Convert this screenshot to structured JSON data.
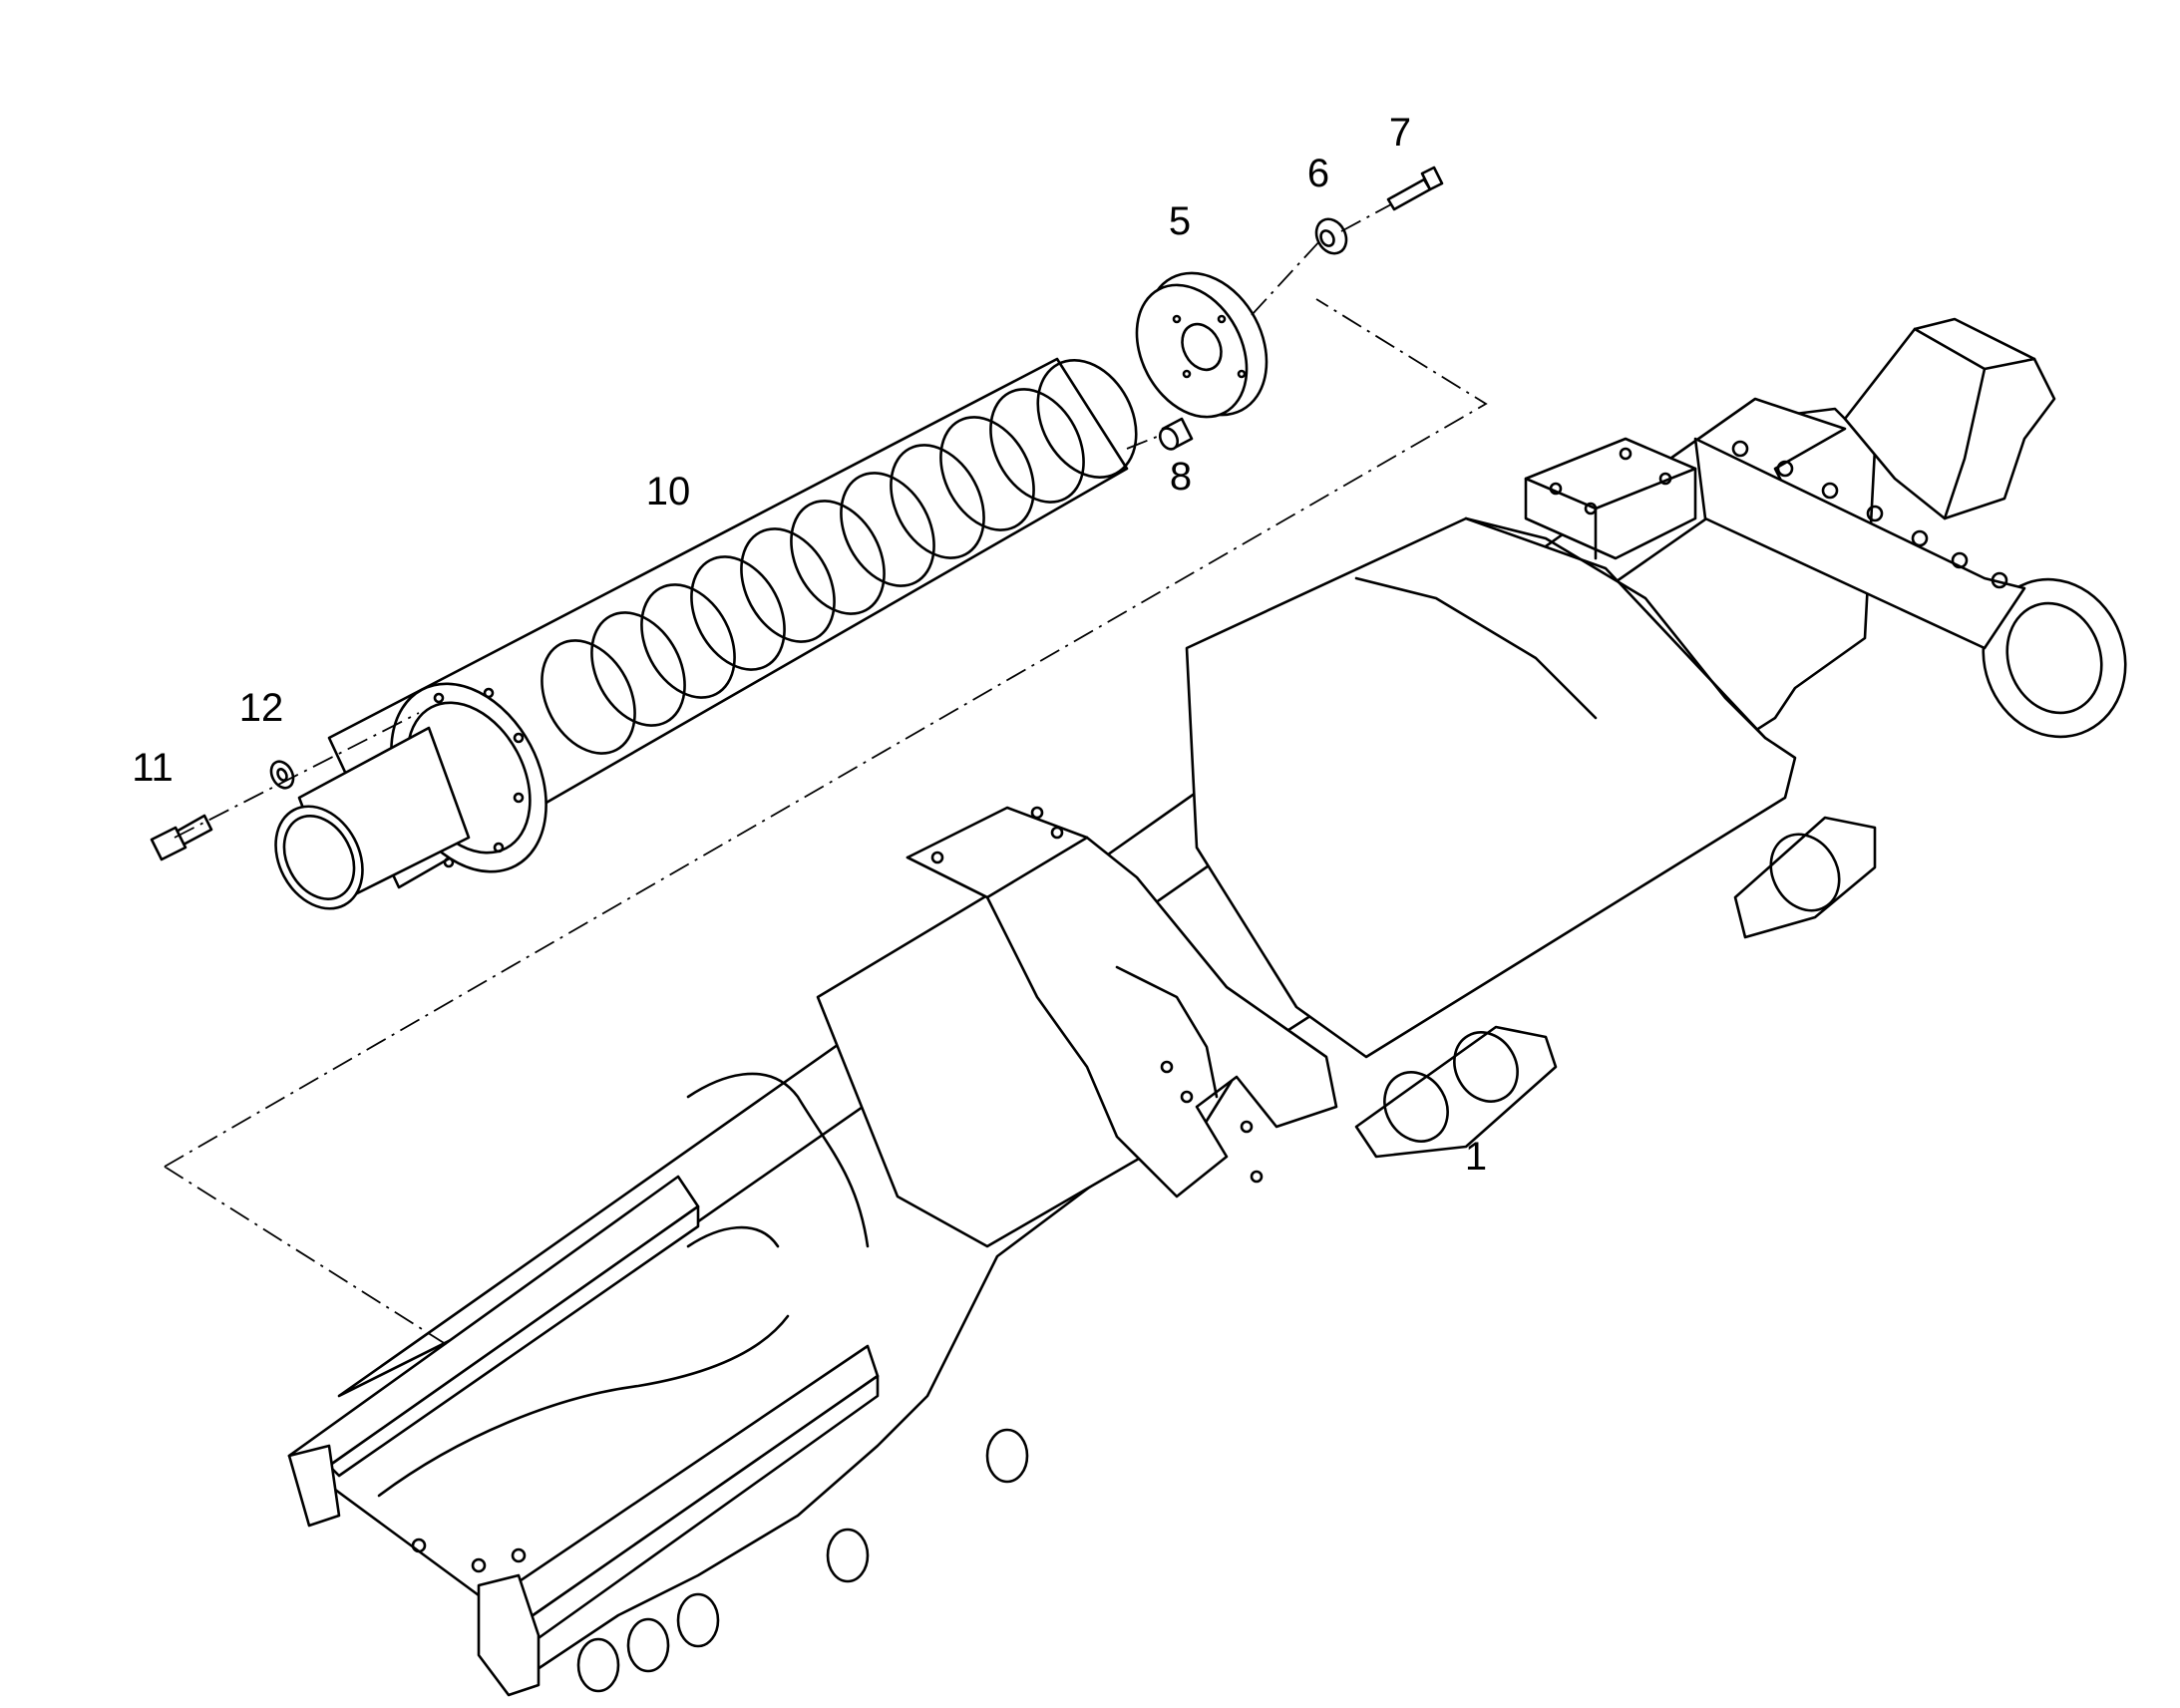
{
  "colors": {
    "line": "#000000",
    "background": "#ffffff"
  },
  "callouts": {
    "part_1": "1",
    "part_5": "5",
    "part_6": "6",
    "part_7": "7",
    "part_8": "8",
    "part_10": "10",
    "part_11": "11",
    "part_12": "12"
  }
}
